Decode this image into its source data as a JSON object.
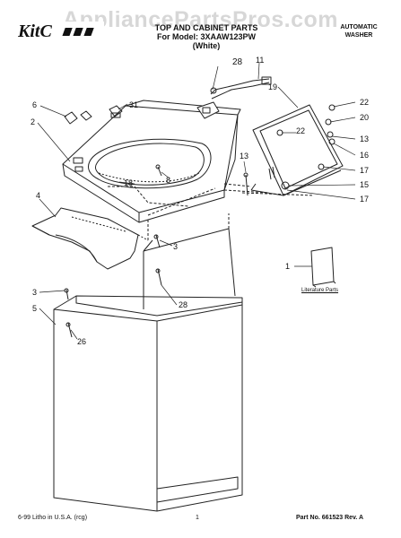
{
  "watermark": "AppliancePartsPros.com",
  "header": {
    "brand_name": "KitchenAid",
    "title_line1": "TOP AND CABINET PARTS",
    "title_line2": "For Model: 3XAAW123PW",
    "title_line3": "(White)",
    "type_line1": "AUTOMATIC",
    "type_line2": "WASHER"
  },
  "literature_label": "Literature Parts",
  "callouts": {
    "c28_top": "28",
    "c11": "11",
    "c19": "19",
    "c31": "31",
    "c6": "6",
    "c2": "2",
    "c22a": "22",
    "c20": "20",
    "c22b": "22",
    "c13a": "13",
    "c16": "16",
    "c13b": "13",
    "c17a": "17",
    "c15": "15",
    "c17b": "17",
    "c18": "18",
    "c8": "8",
    "c4": "4",
    "c3a": "3",
    "c1": "1",
    "c3b": "3",
    "c28_mid": "28",
    "c5": "5",
    "c26": "26"
  },
  "footer": {
    "left": "6-99 Litho in U.S.A. (rcg)",
    "page": "1",
    "part_no": "Part No. 661523 Rev. A"
  }
}
